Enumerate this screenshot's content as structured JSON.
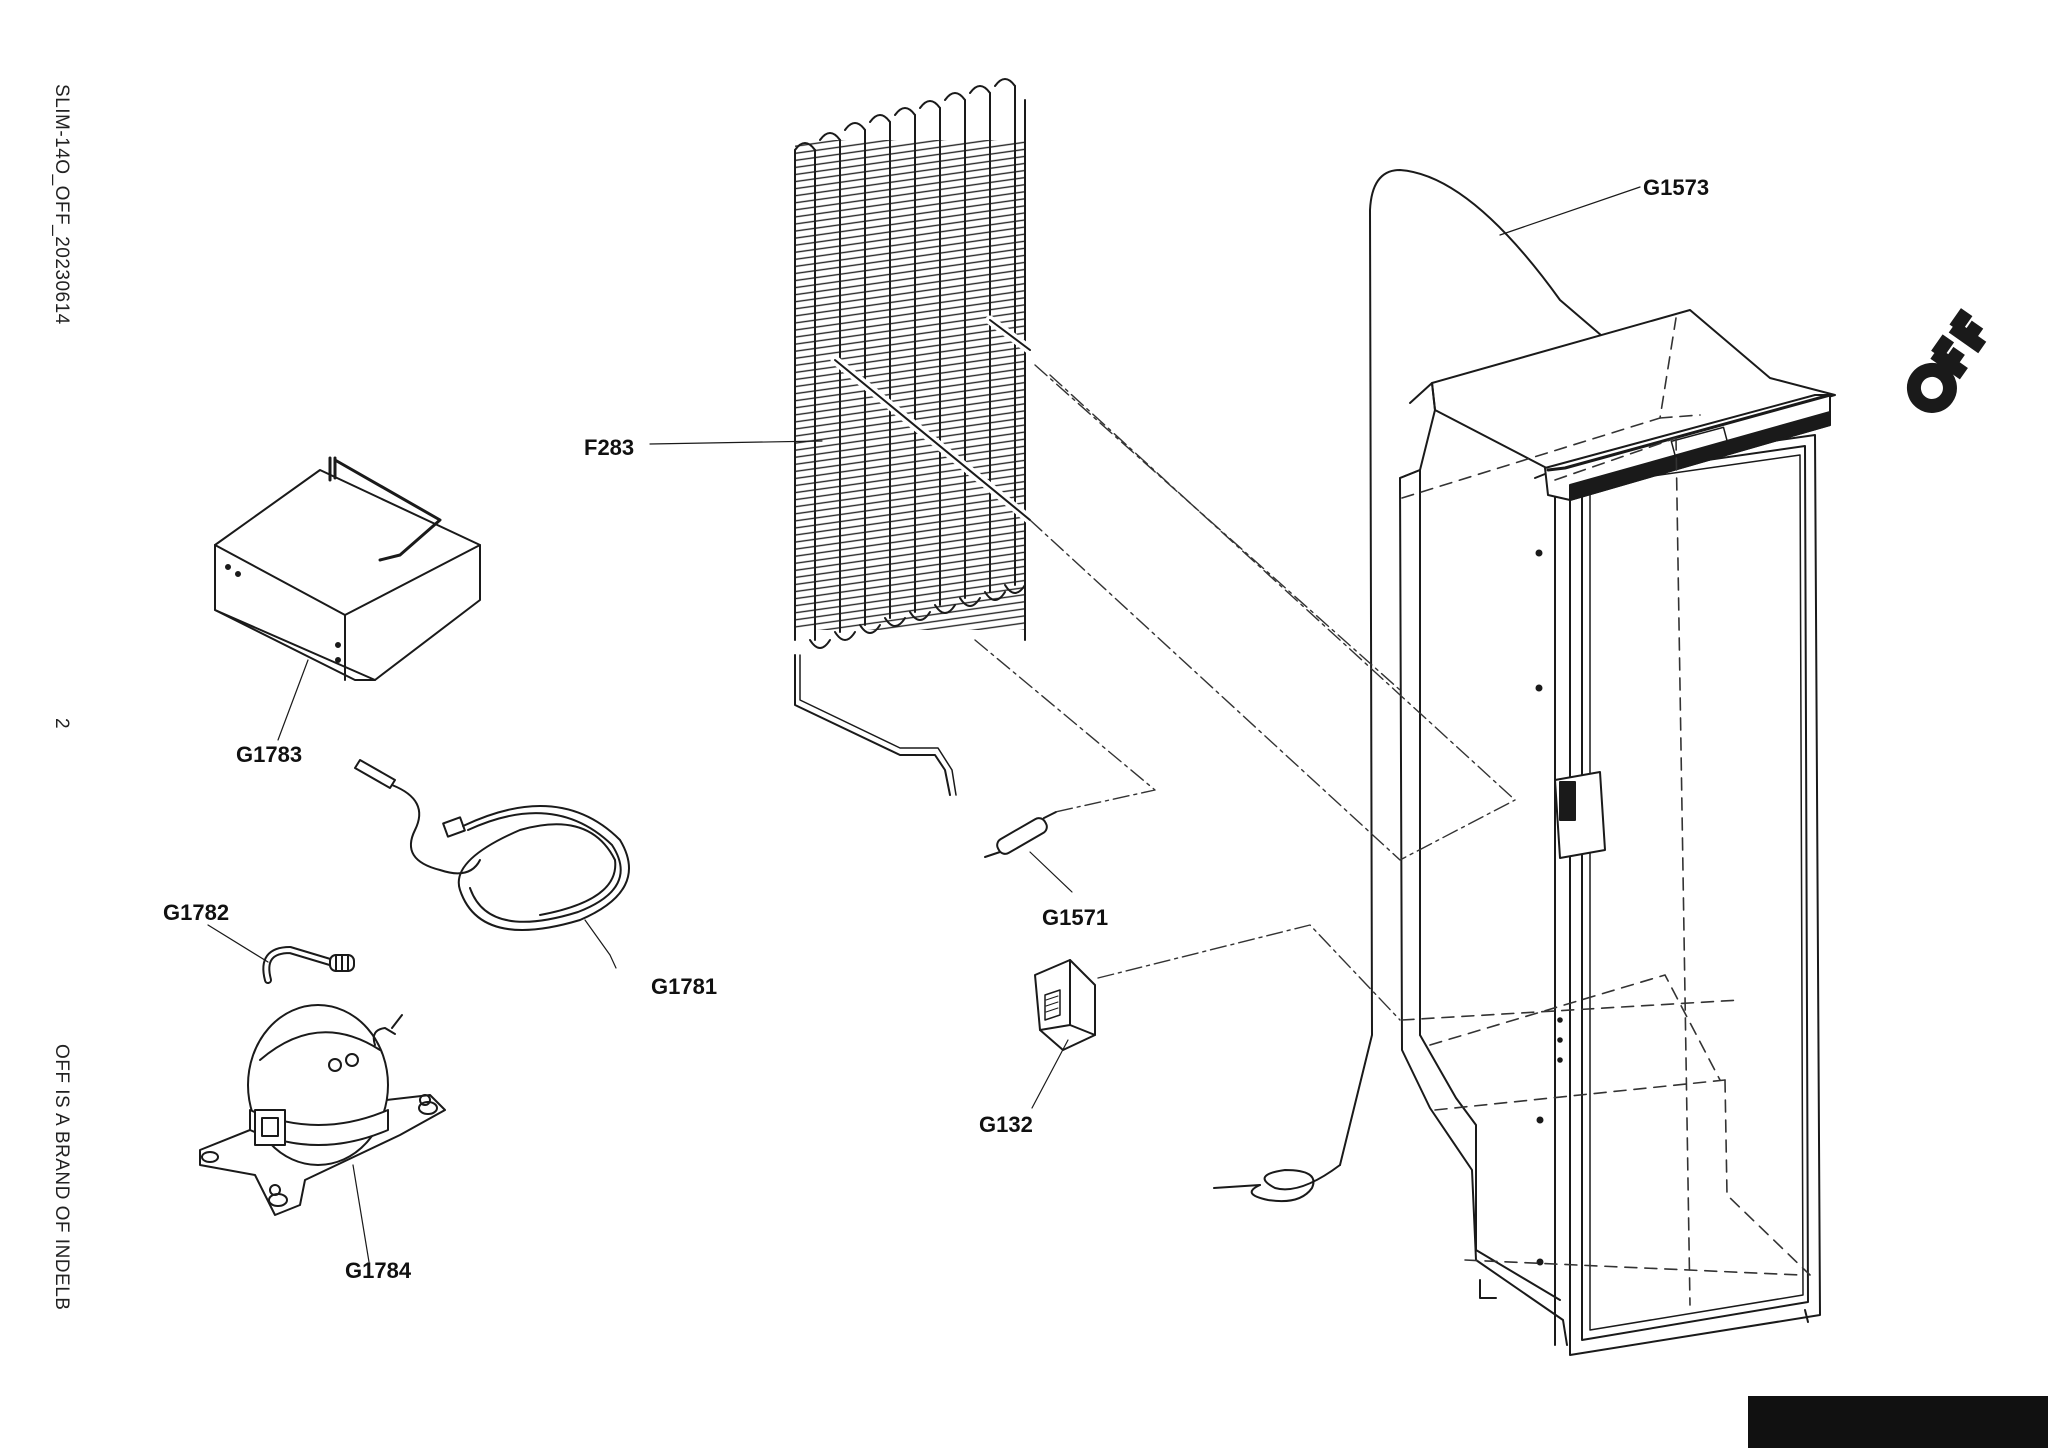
{
  "sidebar": {
    "document_code": "SLIM-14O_OFF_20230614",
    "page_number": "2",
    "brand_note": "OFF IS A BRAND OF INDELB"
  },
  "logo": {
    "text": "OFF"
  },
  "parts": {
    "condenser": "F283",
    "compressor_cover": "G1783",
    "thermostat_sensor_cable": "G1781",
    "connector_tube": "G1782",
    "compressor": "G1784",
    "filter_drier": "G1571",
    "relay_unit": "G132",
    "capillary_tube": "G1573"
  },
  "colors": {
    "line": "#1a1a1a",
    "dash": "#333333",
    "footer_block": "#111111"
  }
}
